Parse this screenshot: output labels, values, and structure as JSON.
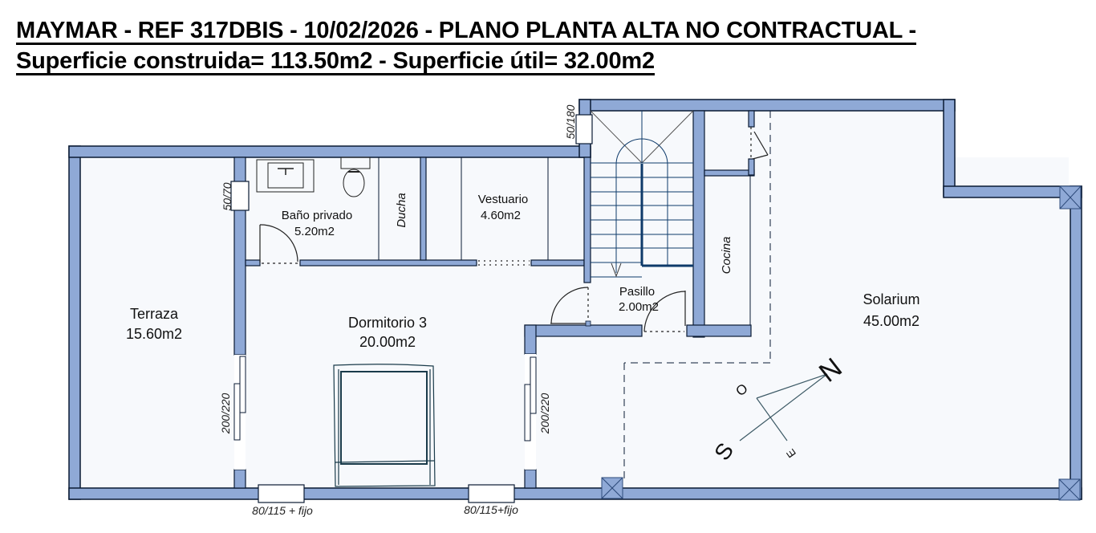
{
  "header": {
    "title_line1": "MAYMAR - REF 317DBIS - 10/02/2026 - PLANO PLANTA ALTA NO CONTRACTUAL -",
    "title_line2": "Superficie construida= 113.50m2 - Superficie útil= 32.00m2"
  },
  "plan": {
    "colors": {
      "wall_fill": "#8fa9d6",
      "wall_stroke": "#0a1a33",
      "floor": "#f7f9fc",
      "stair": "#0e3a6a",
      "furniture": "#1a3b4a"
    },
    "rooms": {
      "terraza": {
        "name": "Terraza",
        "area": "15.60m2"
      },
      "bano": {
        "name": "Baño privado",
        "area": "5.20m2"
      },
      "ducha": {
        "name": "Ducha"
      },
      "vestuario": {
        "name": "Vestuario",
        "area": "4.60m2"
      },
      "dormitorio": {
        "name": "Dormitorio 3",
        "area": "20.00m2"
      },
      "pasillo": {
        "name": "Pasillo",
        "area": "2.00m2"
      },
      "cocina": {
        "name": "Cocina"
      },
      "solarium": {
        "name": "Solarium",
        "area": "45.00m2"
      }
    },
    "dimensions": {
      "window_bano": "50/70",
      "window_stair": "50/180",
      "slider_terraza": "200/220",
      "slider_dormitorio": "200/220",
      "window_bottom_left": "80/115 + fijo",
      "window_bottom_right": "80/115+fijo"
    },
    "compass": {
      "n": "N",
      "s": "S",
      "e": "E",
      "o": "O"
    }
  }
}
